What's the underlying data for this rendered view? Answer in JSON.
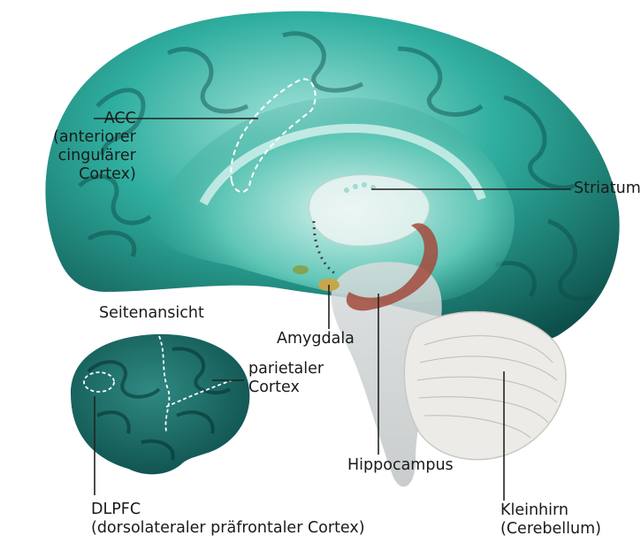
{
  "labels": {
    "acc": {
      "line1": "ACC",
      "line2": "(anteriorer",
      "line3": "cingulärer",
      "line4": "Cortex)"
    },
    "striatum": "Striatum",
    "seitenansicht": "Seitenansicht",
    "amygdala": "Amygdala",
    "parietal": {
      "line1": "parietaler",
      "line2": "Cortex"
    },
    "hippocampus": "Hippocampus",
    "dlpfc": {
      "line1": "DLPFC",
      "line2": "(dorsolateraler präfrontaler Cortex)"
    },
    "kleinhirn": {
      "line1": "Kleinhirn",
      "line2": "(Cerebellum)"
    }
  },
  "colors": {
    "cortex_dark": "#0f5f58",
    "cortex_mid": "#1f9b8c",
    "cortex_light": "#8fd9cd",
    "hippocampus": "#a24a3c",
    "amygdala": "#c7a64a",
    "cerebellum": "#e6e6e2",
    "leader": "#222222"
  },
  "icons": [
    "brain-medial-view",
    "brain-lateral-view"
  ]
}
